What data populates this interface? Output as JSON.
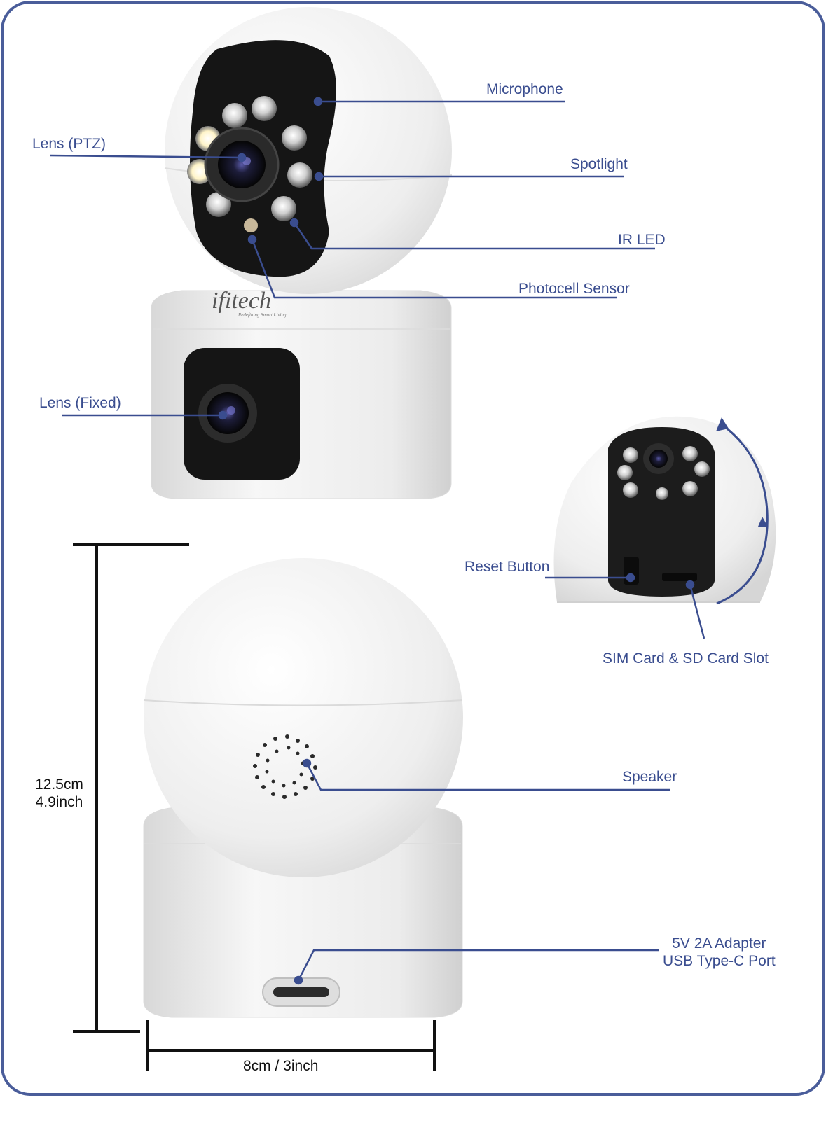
{
  "labels": {
    "microphone": "Microphone",
    "lens_ptz": "Lens (PTZ)",
    "spotlight": "Spotlight",
    "ir_led": "IR LED",
    "photocell": "Photocell Sensor",
    "lens_fixed": "Lens (Fixed)",
    "reset_button": "Reset Button",
    "sim_sd_slot": "SIM Card & SD Card Slot",
    "speaker": "Speaker",
    "adapter_line1": "5V 2A Adapter",
    "adapter_line2": "USB Type-C Port"
  },
  "dimensions": {
    "height_cm": "12.5cm",
    "height_inch": "4.9inch",
    "width": "8cm / 3inch"
  },
  "brand": {
    "logo_text": "ifitech",
    "tagline": "Redefining Smart Living"
  },
  "colors": {
    "accent": "#3a4d8f",
    "frame": "#4a5d9a",
    "camera_body": "#f2f2f2",
    "camera_face": "#1a1a1a",
    "dimension": "#111111"
  }
}
